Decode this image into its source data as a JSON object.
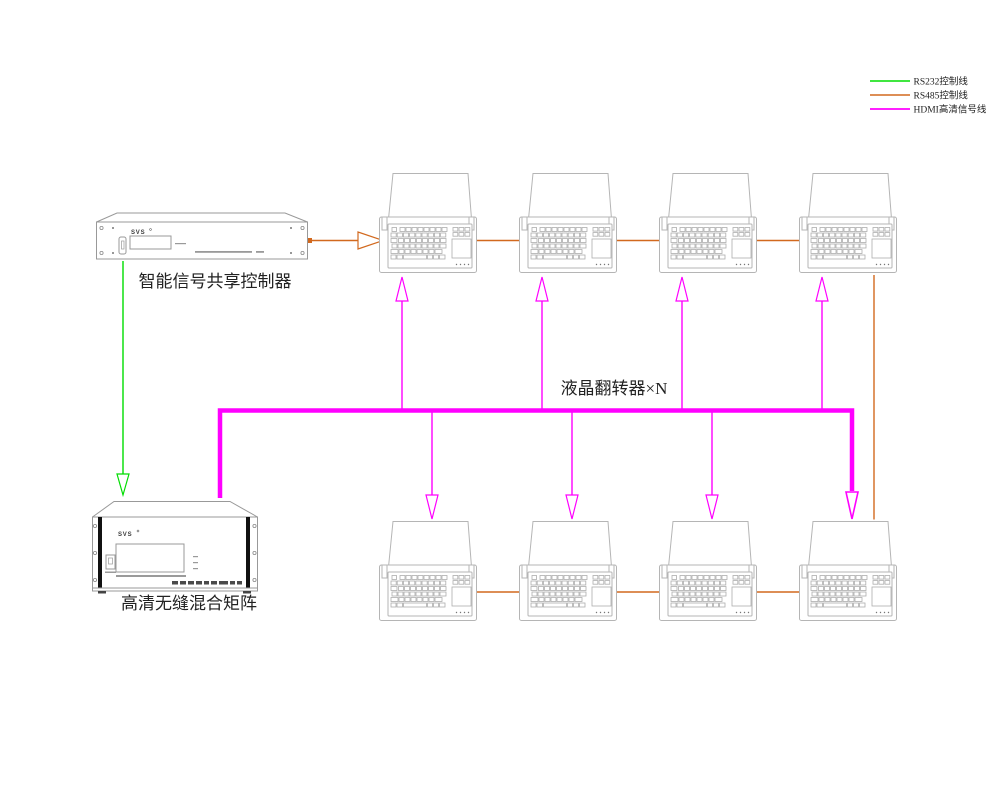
{
  "legend": {
    "items": [
      {
        "id": "rs232",
        "label": "RS232控制线",
        "color": "#00dd00"
      },
      {
        "id": "rs485",
        "label": "RS485控制线",
        "color": "#d2691e"
      },
      {
        "id": "hdmi",
        "label": "HDMI高清信号线",
        "color": "#ff00ff"
      }
    ]
  },
  "devices": {
    "controller": {
      "brand": "SVS",
      "label": "智能信号共享控制器"
    },
    "matrix": {
      "brand": "SVS",
      "label": "高清无缝混合矩阵"
    },
    "terminals": {
      "label": "液晶翻转器×N",
      "top_row_count": 4,
      "bottom_row_count": 4
    }
  },
  "connections": {
    "rs232_line": {
      "type": "RS232控制线",
      "color": "#00dd00"
    },
    "rs485_line": {
      "type": "RS485控制线",
      "color": "#d2691e"
    },
    "hdmi_line": {
      "type": "HDMI高清信号线",
      "color": "#ff00ff"
    }
  }
}
